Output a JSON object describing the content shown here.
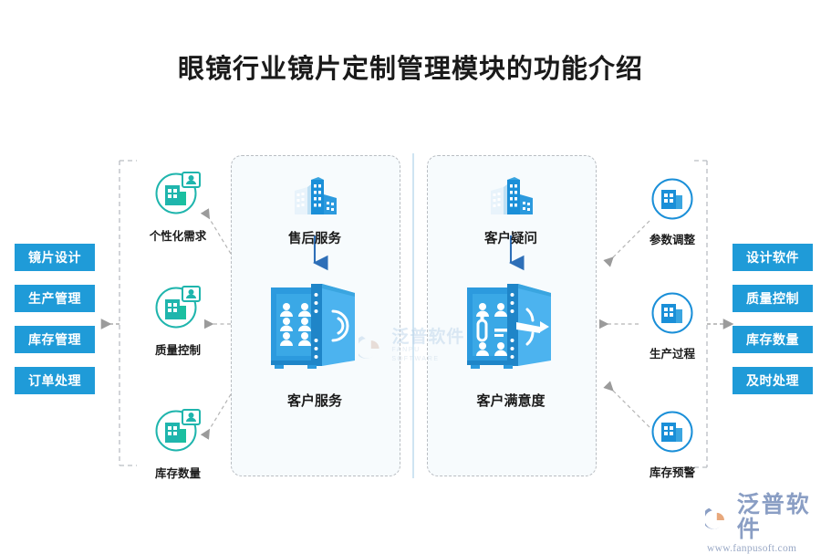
{
  "page": {
    "title": "眼镜行业镜片定制管理模块的功能介绍"
  },
  "left_buttons": [
    {
      "label": "镜片设计"
    },
    {
      "label": "生产管理"
    },
    {
      "label": "库存管理"
    },
    {
      "label": "订单处理"
    }
  ],
  "right_buttons": [
    {
      "label": "设计软件"
    },
    {
      "label": "质量控制"
    },
    {
      "label": "库存数量"
    },
    {
      "label": "及时处理"
    }
  ],
  "left_nodes": [
    {
      "label": "个性化需求",
      "icon": "building-person-card-icon"
    },
    {
      "label": "质量控制",
      "icon": "building-person-card-icon"
    },
    {
      "label": "库存数量",
      "icon": "building-person-card-icon"
    }
  ],
  "right_nodes": [
    {
      "label": "参数调整",
      "icon": "building-icon"
    },
    {
      "label": "生产过程",
      "icon": "building-icon"
    },
    {
      "label": "库存预警",
      "icon": "building-icon"
    }
  ],
  "center_panels": [
    {
      "top": {
        "label": "售后服务",
        "icon": "office-buildings-icon"
      },
      "bottom": {
        "label": "客户服务",
        "icon": "vault-people-icon"
      }
    },
    {
      "top": {
        "label": "客户疑问",
        "icon": "office-buildings-icon"
      },
      "bottom": {
        "label": "客户满意度",
        "icon": "vault-people-icon"
      }
    }
  ],
  "watermark": {
    "cn": "泛普软件",
    "en": "FANPU SOFTWARE"
  },
  "logo": {
    "cn": "泛普软件",
    "url": "www.fanpusoft.com"
  },
  "colors": {
    "accent_blue": "#1f9bd8",
    "icon_blue": "#1a8fd8",
    "icon_teal": "#1fb5ad",
    "dashed_gray": "#b9bdc2",
    "panel_fill": "#f7fbfd",
    "title_black": "#1a1a1a"
  }
}
